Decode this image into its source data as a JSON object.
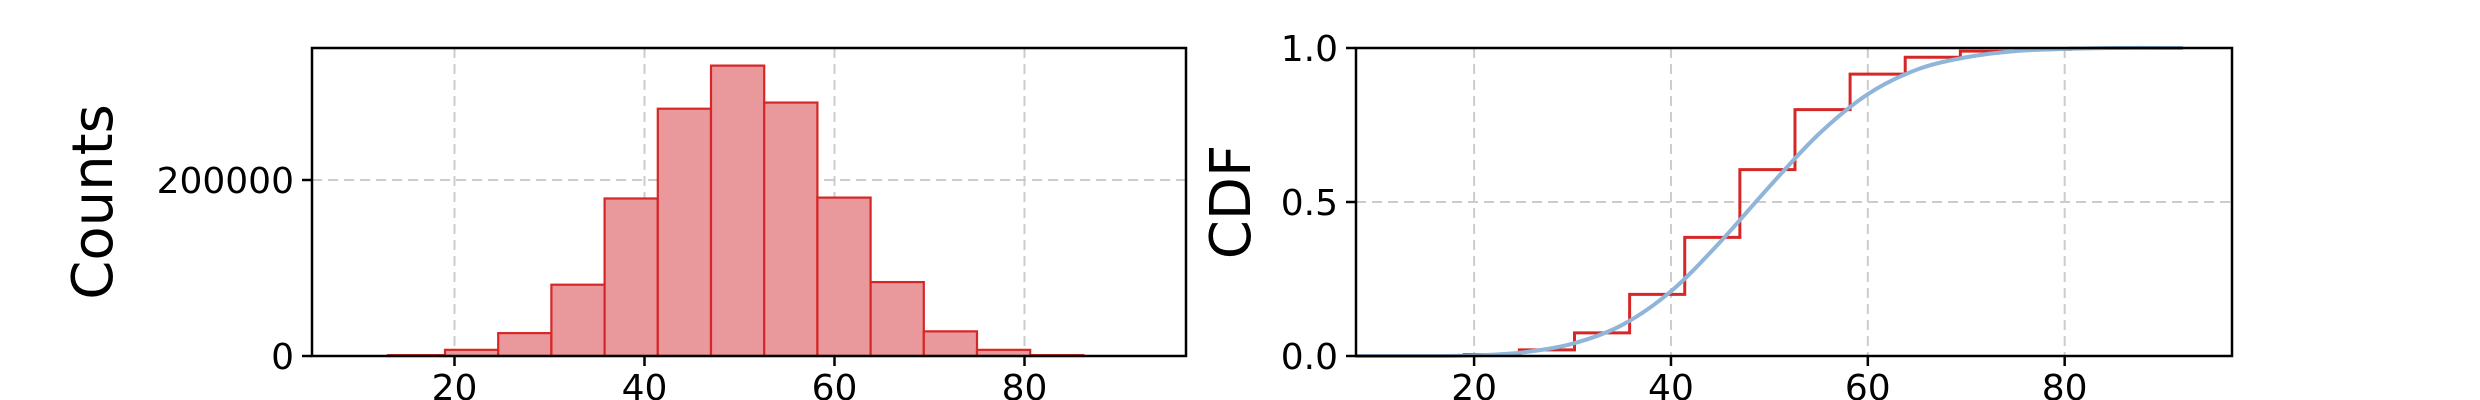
{
  "chart_data": [
    {
      "type": "bar",
      "ylabel": "Counts",
      "xlim": [
        5,
        97
      ],
      "ylim": [
        0,
        350000
      ],
      "x_ticks": [
        20,
        40,
        60,
        80
      ],
      "x_tick_labels": [
        "20",
        "40",
        "60",
        "80"
      ],
      "y_ticks": [
        0,
        200000
      ],
      "y_tick_labels": [
        "0",
        "200000"
      ],
      "grid": true,
      "bin_edges": [
        13.0,
        19.0,
        24.6,
        30.2,
        35.8,
        41.4,
        47.0,
        52.6,
        58.2,
        63.8,
        69.4,
        75.0,
        80.6,
        86.2
      ],
      "values": [
        1000,
        7000,
        26000,
        81000,
        179000,
        281000,
        330000,
        288000,
        180000,
        84000,
        28000,
        7000,
        1000
      ],
      "colors": {
        "fill": "#e9989b",
        "edge": "#d62728"
      }
    },
    {
      "type": "line",
      "ylabel": "CDF",
      "xlim": [
        8,
        97
      ],
      "ylim": [
        0,
        1.0
      ],
      "x_ticks": [
        20,
        40,
        60,
        80
      ],
      "x_tick_labels": [
        "20",
        "40",
        "60",
        "80"
      ],
      "y_ticks": [
        0.0,
        0.5,
        1.0
      ],
      "y_tick_labels": [
        "0.0",
        "0.5",
        "1.0"
      ],
      "grid": true,
      "series": [
        {
          "style": "step",
          "x": [
            8,
            13,
            19,
            24.6,
            30.2,
            35.8,
            41.4,
            47.0,
            52.6,
            58.2,
            63.8,
            69.4,
            75.0,
            80.6,
            86.2,
            92
          ],
          "y": [
            0.0,
            0.0,
            0.005,
            0.02,
            0.075,
            0.2,
            0.385,
            0.605,
            0.8,
            0.915,
            0.97,
            0.99,
            0.996,
            0.999,
            1.0,
            1.0
          ],
          "color": "#d62728"
        },
        {
          "style": "smooth",
          "x": [
            8,
            15,
            20,
            25,
            30,
            35,
            40,
            45,
            50,
            55,
            60,
            65,
            70,
            75,
            80,
            85,
            92
          ],
          "y": [
            0.0,
            0.0,
            0.002,
            0.012,
            0.04,
            0.1,
            0.21,
            0.37,
            0.55,
            0.72,
            0.85,
            0.93,
            0.97,
            0.99,
            0.997,
            1.0,
            1.0
          ],
          "color": "#8fb5d8"
        }
      ]
    }
  ]
}
